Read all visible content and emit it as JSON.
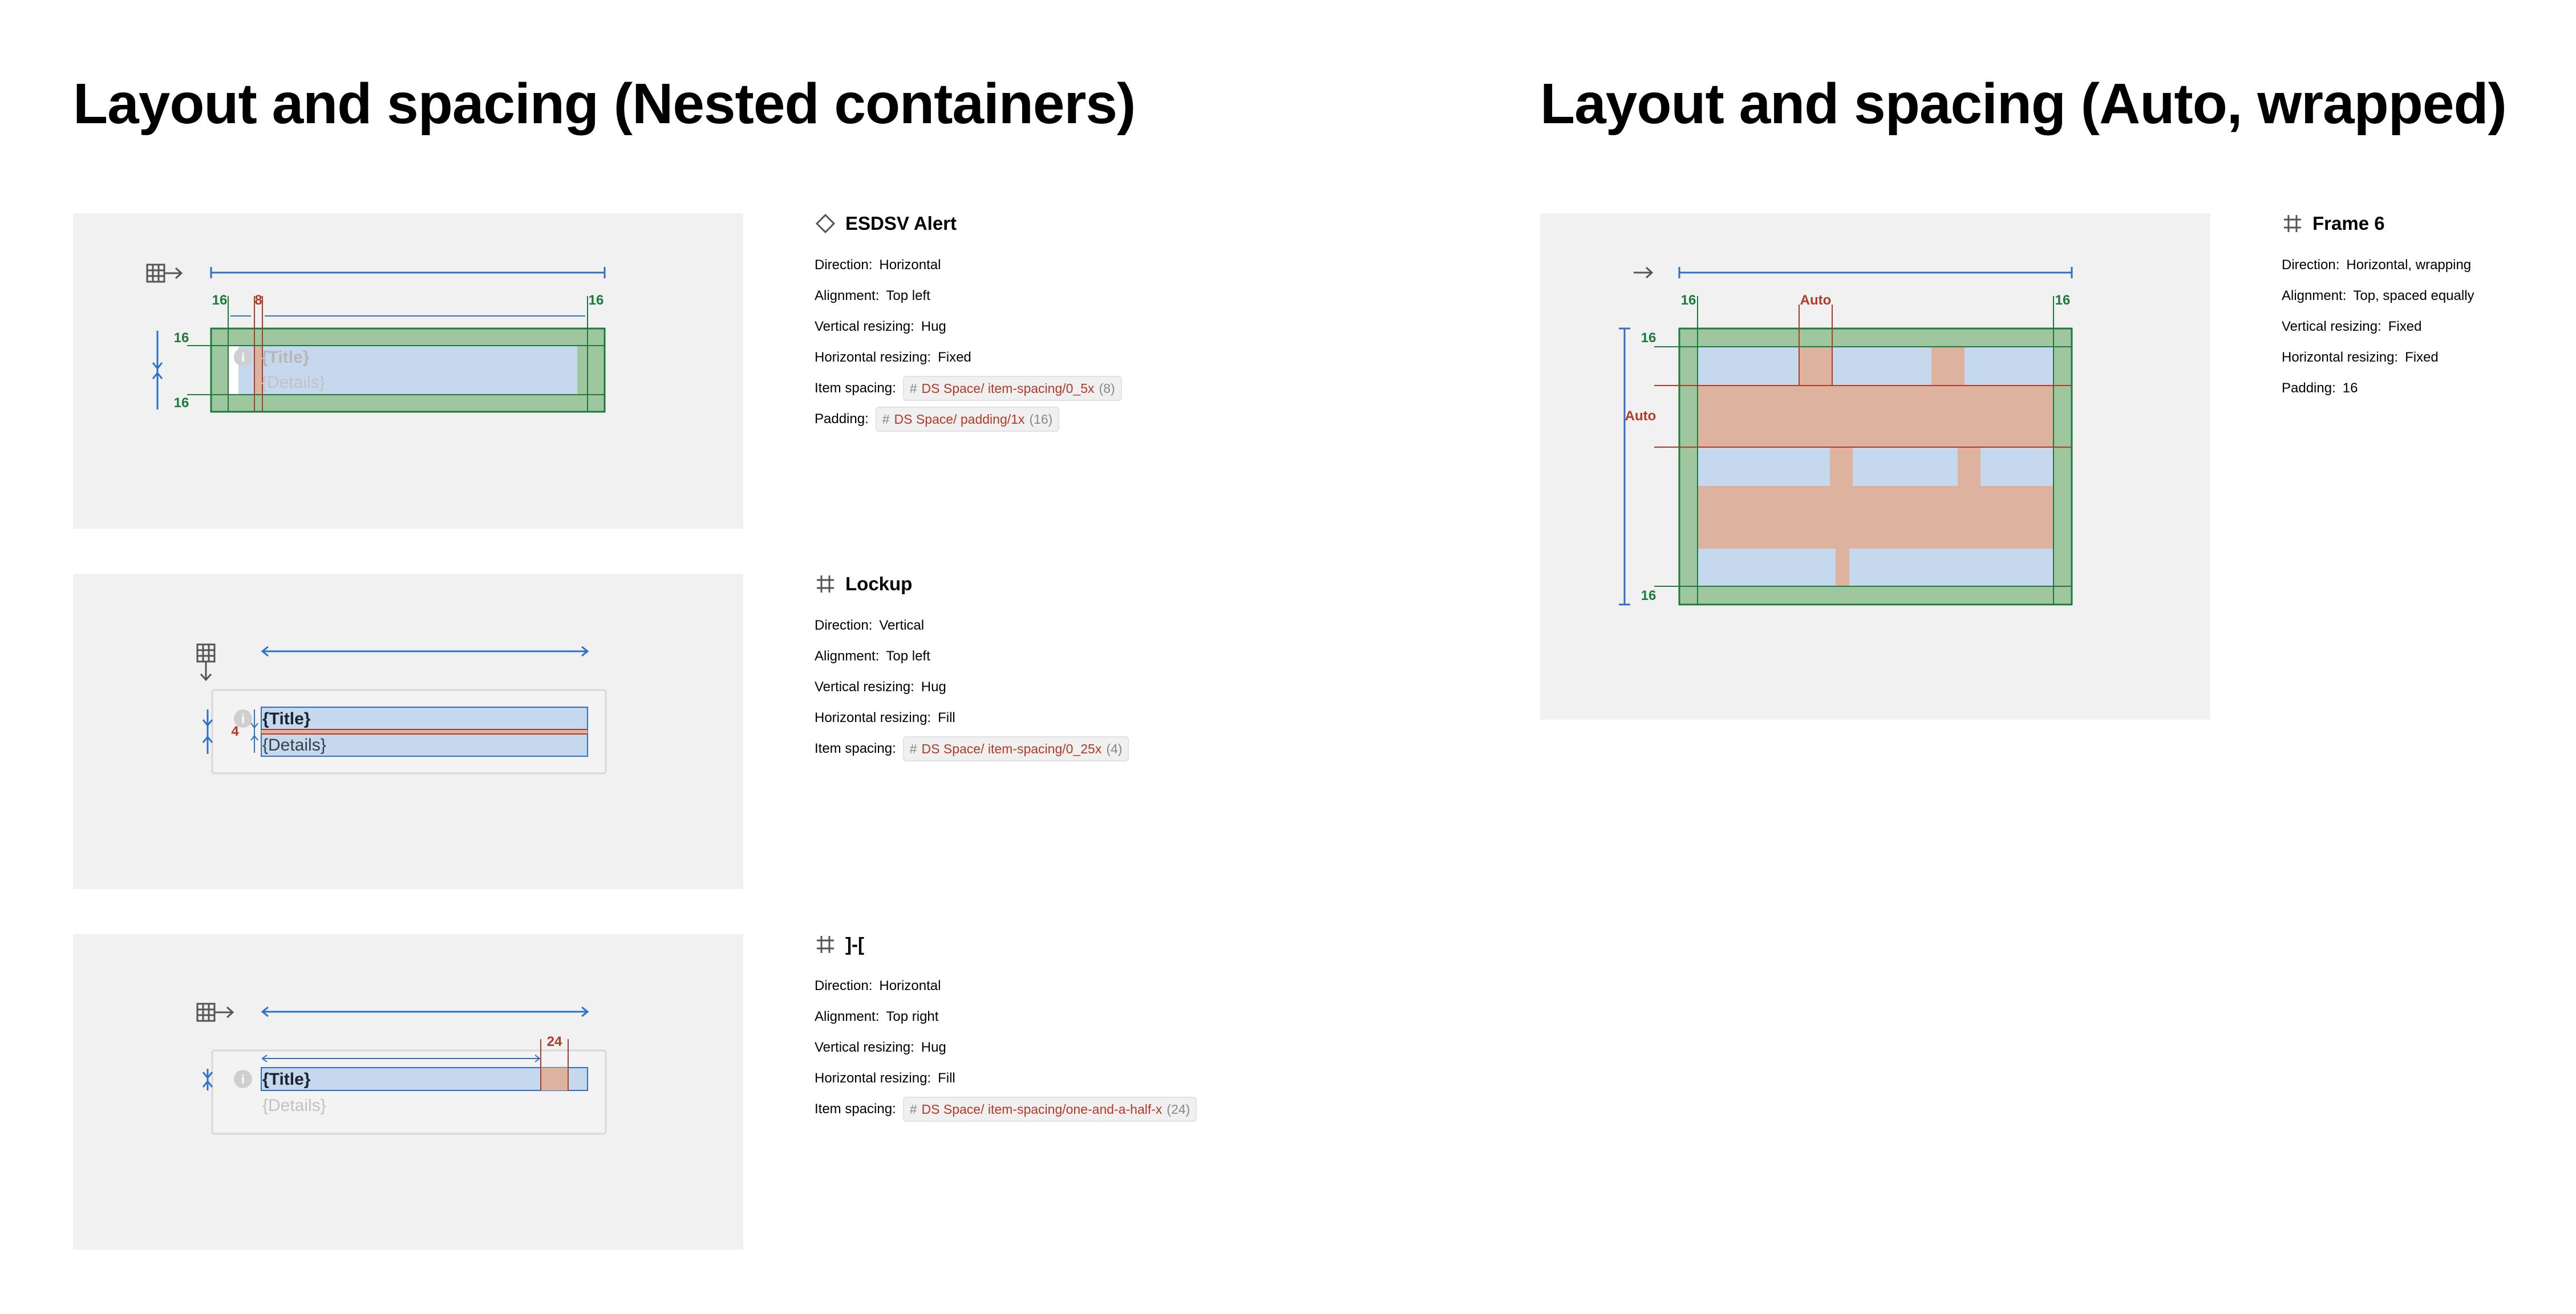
{
  "headings": {
    "left": "Layout and spacing (Nested containers)",
    "right": "Layout and spacing (Auto, wrapped)"
  },
  "colors": {
    "panel_bg": "#f1f1f1",
    "padding_green": "#1e7a3a",
    "spacing_red": "#b23a26",
    "measure_blue": "#2e6fc9",
    "content_fill": "#c6d8ee",
    "gap_fill": "#ddb3a0"
  },
  "specs": [
    {
      "icon": "component-diamond-icon",
      "name": "ESDSV Alert",
      "rows": [
        {
          "key": "Direction:",
          "value": "Horizontal"
        },
        {
          "key": "Alignment:",
          "value": "Top left"
        },
        {
          "key": "Vertical resizing:",
          "value": "Hug"
        },
        {
          "key": "Horizontal resizing:",
          "value": "Fixed"
        },
        {
          "key": "Item spacing:",
          "token": {
            "label": "DS Space/ item-spacing/0_5x",
            "num": "(8)"
          }
        },
        {
          "key": "Padding:",
          "token": {
            "label": "DS Space/ padding/1x",
            "num": "(16)"
          }
        }
      ]
    },
    {
      "icon": "frame-hash-icon",
      "name": "Lockup",
      "rows": [
        {
          "key": "Direction:",
          "value": "Vertical"
        },
        {
          "key": "Alignment:",
          "value": "Top left"
        },
        {
          "key": "Vertical resizing:",
          "value": "Hug"
        },
        {
          "key": "Horizontal resizing:",
          "value": "Fill"
        },
        {
          "key": "Item spacing:",
          "token": {
            "label": "DS Space/ item-spacing/0_25x",
            "num": "(4)"
          }
        }
      ]
    },
    {
      "icon": "frame-hash-icon",
      "name": "]-[",
      "rows": [
        {
          "key": "Direction:",
          "value": "Horizontal"
        },
        {
          "key": "Alignment:",
          "value": "Top right"
        },
        {
          "key": "Vertical resizing:",
          "value": "Hug"
        },
        {
          "key": "Horizontal resizing:",
          "value": "Fill"
        },
        {
          "key": "Item spacing:",
          "token": {
            "label": "DS Space/ item-spacing/one-and-a-half-x",
            "num": "(24)"
          }
        }
      ]
    },
    {
      "icon": "frame-hash-icon",
      "name": "Frame 6",
      "rows": [
        {
          "key": "Direction:",
          "value": "Horizontal, wrapping"
        },
        {
          "key": "Alignment:",
          "value": "Top, spaced equally"
        },
        {
          "key": "Vertical resizing:",
          "value": "Fixed"
        },
        {
          "key": "Horizontal resizing:",
          "value": "Fixed"
        },
        {
          "key": "Padding:",
          "value": "16"
        }
      ]
    }
  ],
  "diagrams": {
    "alert": {
      "pad_left": "16",
      "spacing": "8",
      "pad_right": "16",
      "pad_top": "16",
      "pad_bottom": "16",
      "title": "{Title}",
      "details": "{Details}"
    },
    "lockup": {
      "spacing": "4",
      "title": "{Title}",
      "details": "{Details}"
    },
    "bracket": {
      "spacing": "24",
      "title": "{Title}",
      "details": "{Details}"
    },
    "wrapped": {
      "pad_left": "16",
      "spacing_h": "Auto",
      "pad_right": "16",
      "pad_top": "16",
      "spacing_v": "Auto",
      "pad_bottom": "16"
    }
  }
}
